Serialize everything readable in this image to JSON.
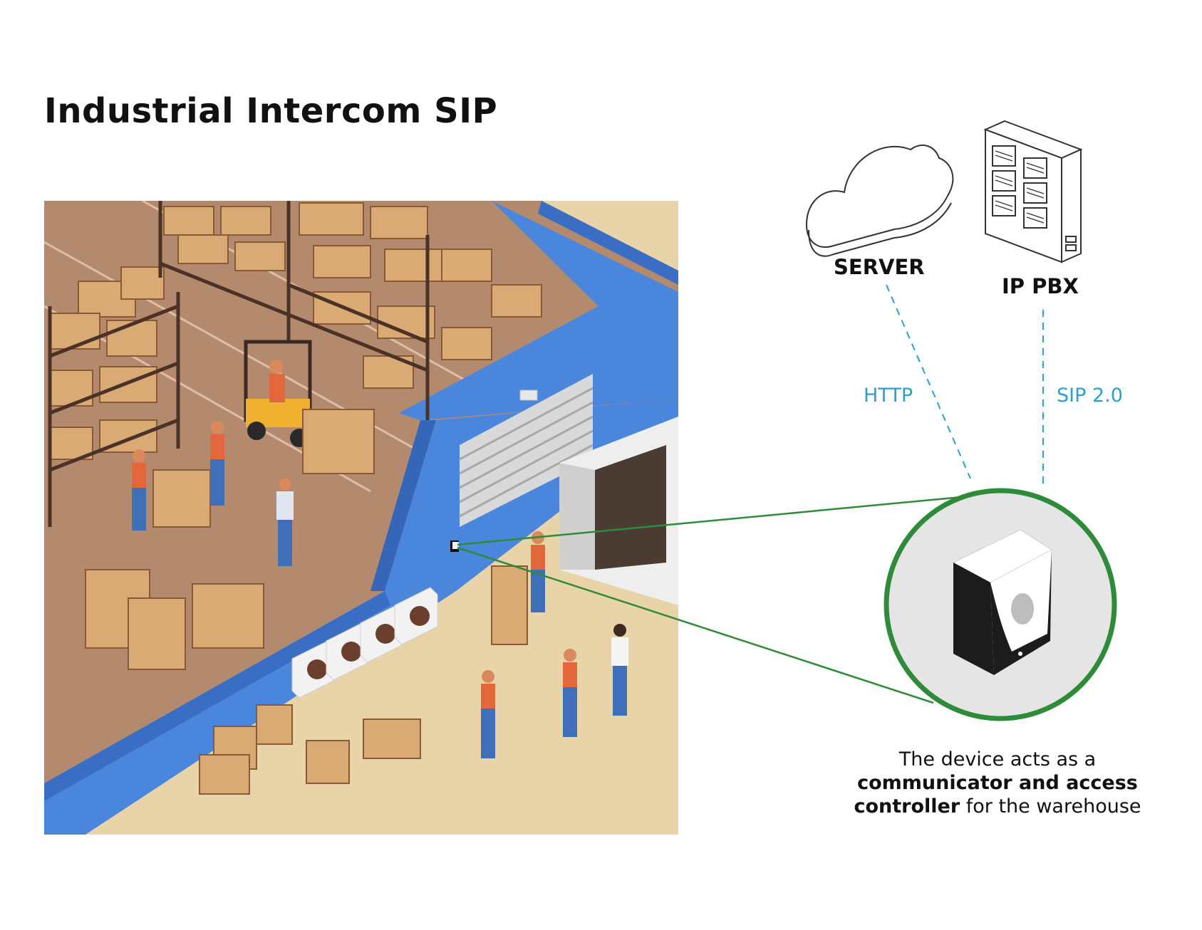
{
  "title": "Industrial Intercom SIP",
  "nodes": {
    "server_label": "SERVER",
    "ippbx_label": "IP PBX"
  },
  "connections": {
    "http_label": "HTTP",
    "sip_label": "SIP 2.0"
  },
  "description": {
    "line1": "The device acts as a",
    "line2_bold": "communicator and access",
    "line3_bold": "controller",
    "line3_rest": " for the warehouse"
  },
  "colors": {
    "accent_green": "#2e8b3a",
    "protocol_blue": "#2a9fd0",
    "wall_blue": "#3f7fd6",
    "floor_brown": "#b48a6e",
    "floor_sand": "#e8d4a8"
  }
}
